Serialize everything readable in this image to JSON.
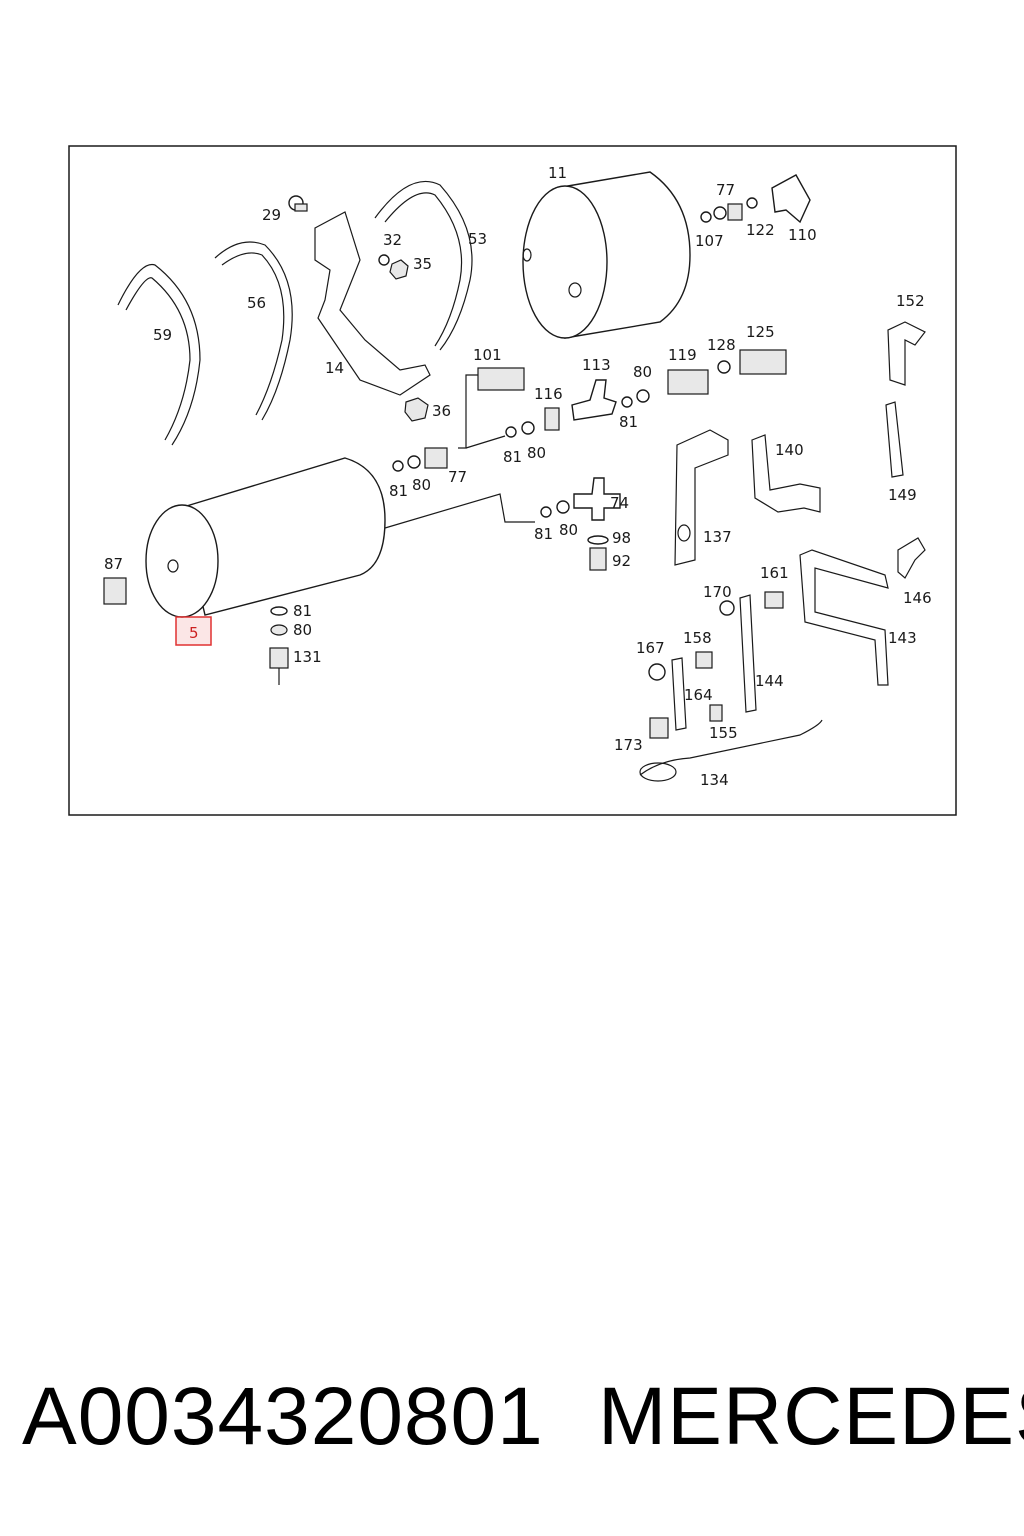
{
  "diagram": {
    "labels": [
      "11",
      "77",
      "107",
      "122",
      "110",
      "29",
      "32",
      "35",
      "53",
      "56",
      "59",
      "14",
      "36",
      "101",
      "116",
      "113",
      "80",
      "81",
      "119",
      "128",
      "125",
      "152",
      "149",
      "140",
      "137",
      "81",
      "80",
      "77",
      "81",
      "80",
      "74",
      "81",
      "80",
      "98",
      "92",
      "87",
      "5",
      "81",
      "80",
      "131",
      "170",
      "161",
      "146",
      "143",
      "167",
      "158",
      "144",
      "164",
      "155",
      "173",
      "134"
    ],
    "highlighted": "5",
    "highlight_color": "#e03030"
  },
  "footer": {
    "part_number": "A0034320801",
    "brand": "MERCEDES"
  }
}
